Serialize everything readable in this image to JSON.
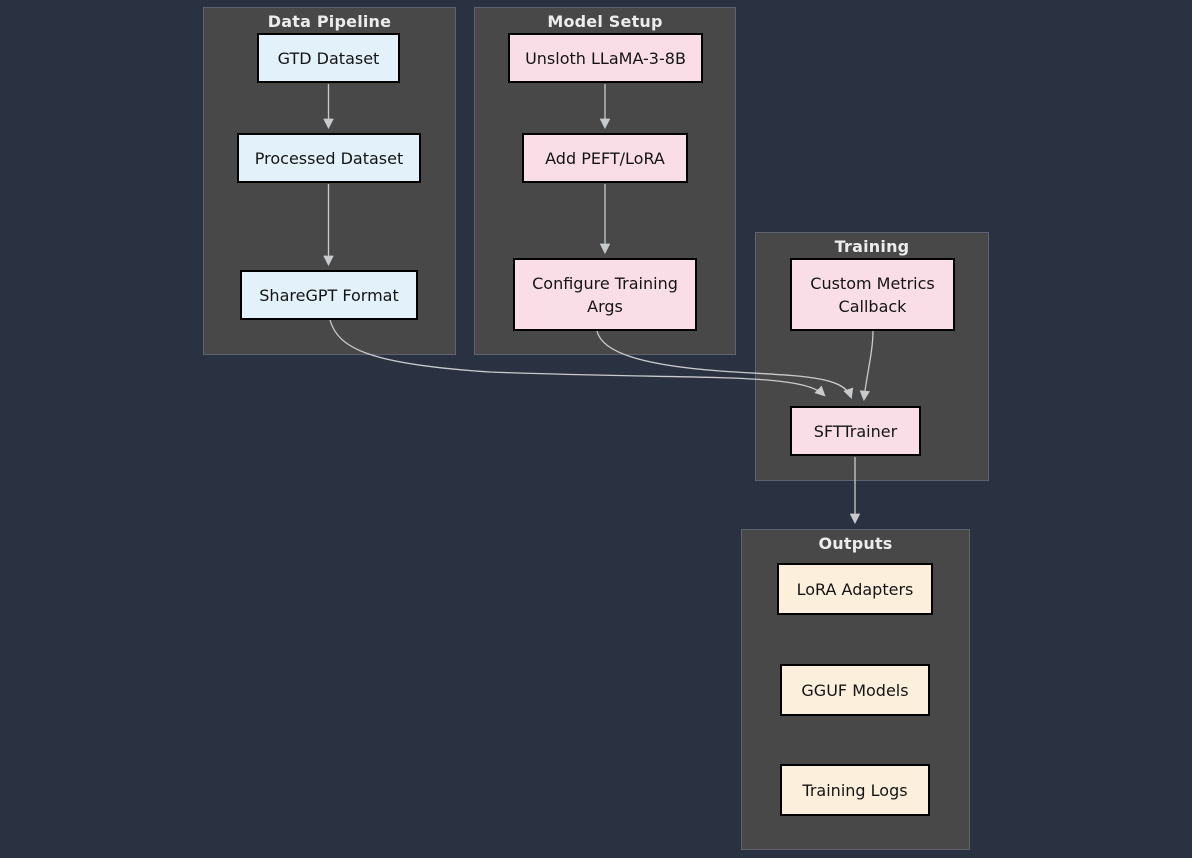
{
  "diagram": {
    "type": "flowchart",
    "colors": {
      "background": "#2a3140",
      "cluster_fill": "#484848",
      "cluster_border": "#5d646f",
      "edge": "#c8cbce",
      "node_border": "#000000",
      "data_node_fill": "#e3f1fb",
      "model_node_fill": "#f9dee8",
      "output_node_fill": "#fcf0dd",
      "title_text": "#ececec",
      "node_text": "#141414"
    },
    "clusters": [
      {
        "title": "Data Pipeline",
        "nodes": [
          {
            "label": "GTD Dataset",
            "fill": "#e3f1fb"
          },
          {
            "label": "Processed Dataset",
            "fill": "#e3f1fb"
          },
          {
            "label": "ShareGPT Format",
            "fill": "#e3f1fb"
          }
        ]
      },
      {
        "title": "Model Setup",
        "nodes": [
          {
            "label": "Unsloth LLaMA-3-8B",
            "fill": "#f9dee8"
          },
          {
            "label": "Add PEFT/LoRA",
            "fill": "#f9dee8"
          },
          {
            "label": "Configure Training Args",
            "fill": "#f9dee8"
          }
        ]
      },
      {
        "title": "Training",
        "nodes": [
          {
            "label": "Custom Metrics Callback",
            "fill": "#f9dee8"
          },
          {
            "label": "SFTTrainer",
            "fill": "#f9dee8"
          }
        ]
      },
      {
        "title": "Outputs",
        "nodes": [
          {
            "label": "LoRA Adapters",
            "fill": "#fcf0dd"
          },
          {
            "label": "GGUF Models",
            "fill": "#fcf0dd"
          },
          {
            "label": "Training Logs",
            "fill": "#fcf0dd"
          }
        ]
      }
    ],
    "edges": [
      {
        "from": "GTD Dataset",
        "to": "Processed Dataset"
      },
      {
        "from": "Processed Dataset",
        "to": "ShareGPT Format"
      },
      {
        "from": "Unsloth LLaMA-3-8B",
        "to": "Add PEFT/LoRA"
      },
      {
        "from": "Add PEFT/LoRA",
        "to": "Configure Training Args"
      },
      {
        "from": "ShareGPT Format",
        "to": "SFTTrainer"
      },
      {
        "from": "Configure Training Args",
        "to": "SFTTrainer"
      },
      {
        "from": "Custom Metrics Callback",
        "to": "SFTTrainer"
      },
      {
        "from": "SFTTrainer",
        "to": "Outputs"
      }
    ]
  }
}
